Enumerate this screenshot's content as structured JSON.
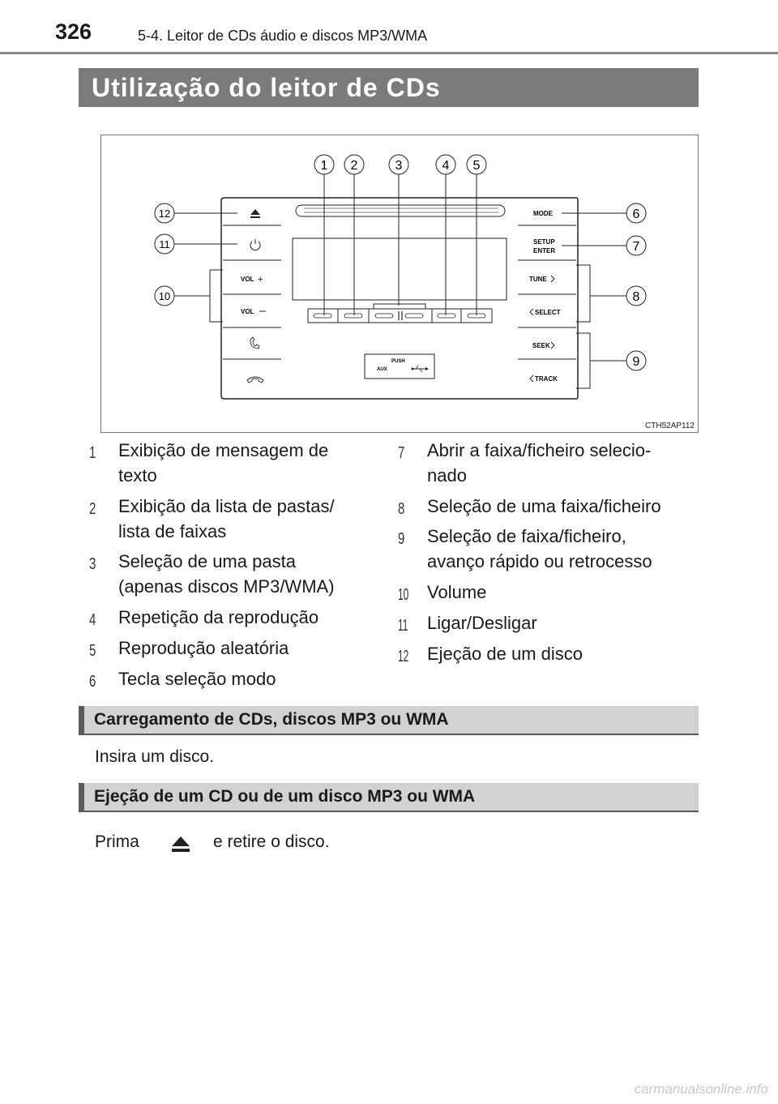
{
  "header": {
    "page_number": "326",
    "section": "5-4. Leitor de CDs áudio e discos MP3/WMA"
  },
  "title": "Utilização do leitor de CDs",
  "figure": {
    "code": "CTH52AP112",
    "callouts": [
      "1",
      "2",
      "3",
      "4",
      "5",
      "6",
      "7",
      "8",
      "9",
      "10",
      "11",
      "12"
    ],
    "panel_labels": {
      "mode": "MODE",
      "setup": "SETUP",
      "enter": "ENTER",
      "tune": "TUNE",
      "select": "SELECT",
      "seek": "SEEK",
      "track": "TRACK",
      "vol_plus": "VOL",
      "vol_minus": "VOL",
      "push": "PUSH",
      "aux": "AUX"
    },
    "icons": [
      "eject-icon",
      "power-icon",
      "phone-icon",
      "hangup-icon",
      "usb-icon"
    ]
  },
  "legend": [
    {
      "num": "1",
      "text": "Exibição de mensagem de texto"
    },
    {
      "num": "2",
      "text": "Exibição da lista de pastas/ lista de faixas"
    },
    {
      "num": "3",
      "text": "Seleção de uma pasta (apenas discos MP3/WMA)"
    },
    {
      "num": "4",
      "text": "Repetição da reprodução"
    },
    {
      "num": "5",
      "text": "Reprodução aleatória"
    },
    {
      "num": "6",
      "text": "Tecla seleção modo"
    },
    {
      "num": "7",
      "text": "Abrir a faixa/ficheiro selecio- nado"
    },
    {
      "num": "8",
      "text": "Seleção de uma faixa/ficheiro"
    },
    {
      "num": "9",
      "text": "Seleção de faixa/ficheiro, avanço rápido ou retrocesso"
    },
    {
      "num": "10",
      "text": "Volume"
    },
    {
      "num": "11",
      "text": "Ligar/Desligar"
    },
    {
      "num": "12",
      "text": "Ejeção de um disco"
    }
  ],
  "sections": [
    {
      "heading": "Carregamento de CDs, discos MP3 ou WMA",
      "text": "Insira um disco."
    },
    {
      "heading": "Ejeção de um CD ou de um disco MP3 ou WMA",
      "text_before": "Prima",
      "text_after": "e retire o disco."
    }
  ],
  "footer": {
    "watermark": "carmanualsonline.info"
  }
}
